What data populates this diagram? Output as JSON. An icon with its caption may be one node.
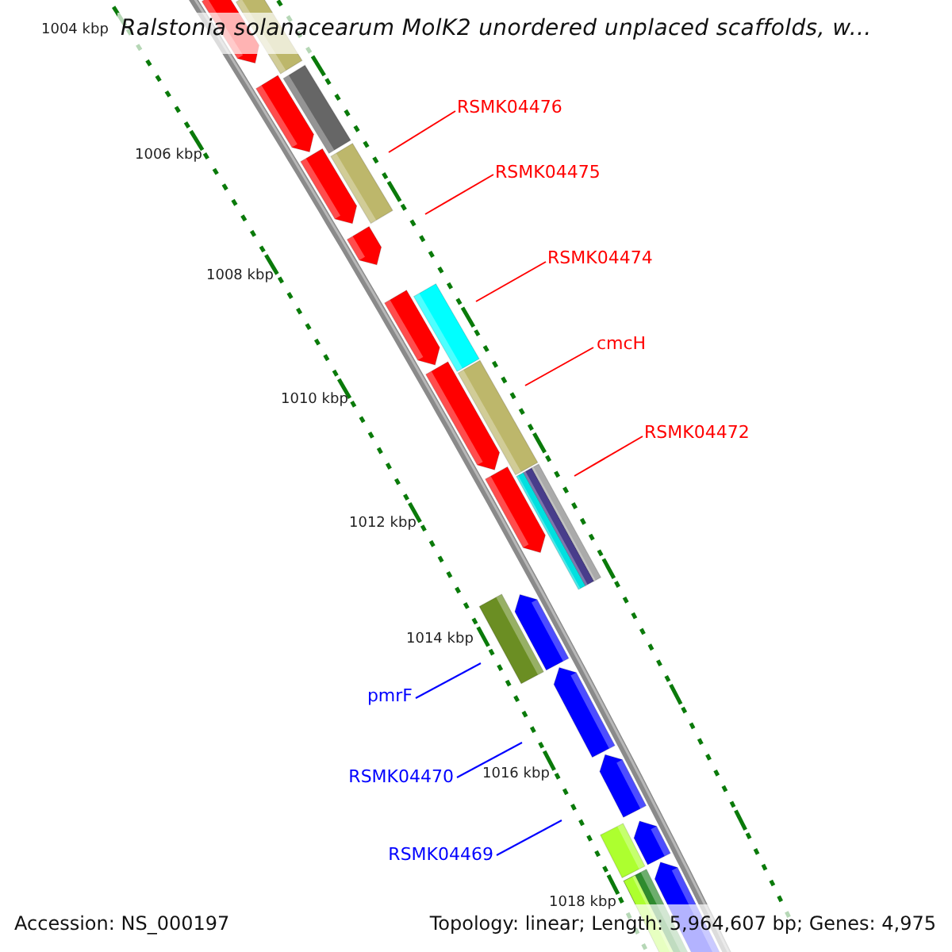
{
  "diagram": {
    "title": "Ralstonia solanacearum MolK2 unordered unplaced scaffolds, w...",
    "nodes": [
      {
        "text": [
          "RSMK04476"
        ]
      },
      {
        "text": [
          "RSMK04475"
        ]
      },
      {
        "text": [
          "RSMK04474"
        ]
      },
      {
        "text": [
          "cmcH"
        ]
      },
      {
        "text": [
          "RSMK04472"
        ]
      },
      {
        "text": [
          "pmrF"
        ]
      },
      {
        "text": [
          "RSMK04470"
        ]
      },
      {
        "text": [
          "RSMK04469"
        ]
      }
    ],
    "edges": [
      {
        "from": 0,
        "to": null,
        "arrow": "none"
      },
      {
        "from": 1,
        "to": null,
        "arrow": "none"
      },
      {
        "from": 2,
        "to": null,
        "arrow": "none"
      },
      {
        "from": 3,
        "to": null,
        "arrow": "none"
      },
      {
        "from": 4,
        "to": null,
        "arrow": "none"
      },
      {
        "from": 5,
        "to": null,
        "arrow": "none",
        "color": "#0000ff"
      },
      {
        "from": 6,
        "to": null,
        "arrow": "none",
        "color": "#0000ff"
      },
      {
        "from": 7,
        "to": null,
        "arrow": "none",
        "color": "#0000ff"
      }
    ],
    "labels": [
      "1004 kbp",
      "1006 kbp",
      "1008 kbp",
      "1010 kbp",
      "1012 kbp",
      "1014 kbp",
      "1016 kbp",
      "1018 kbp",
      "Accession: NS_000197",
      "Topology: linear; Length: 5,964,607 bp; Genes: 4,975"
    ]
  }
}
